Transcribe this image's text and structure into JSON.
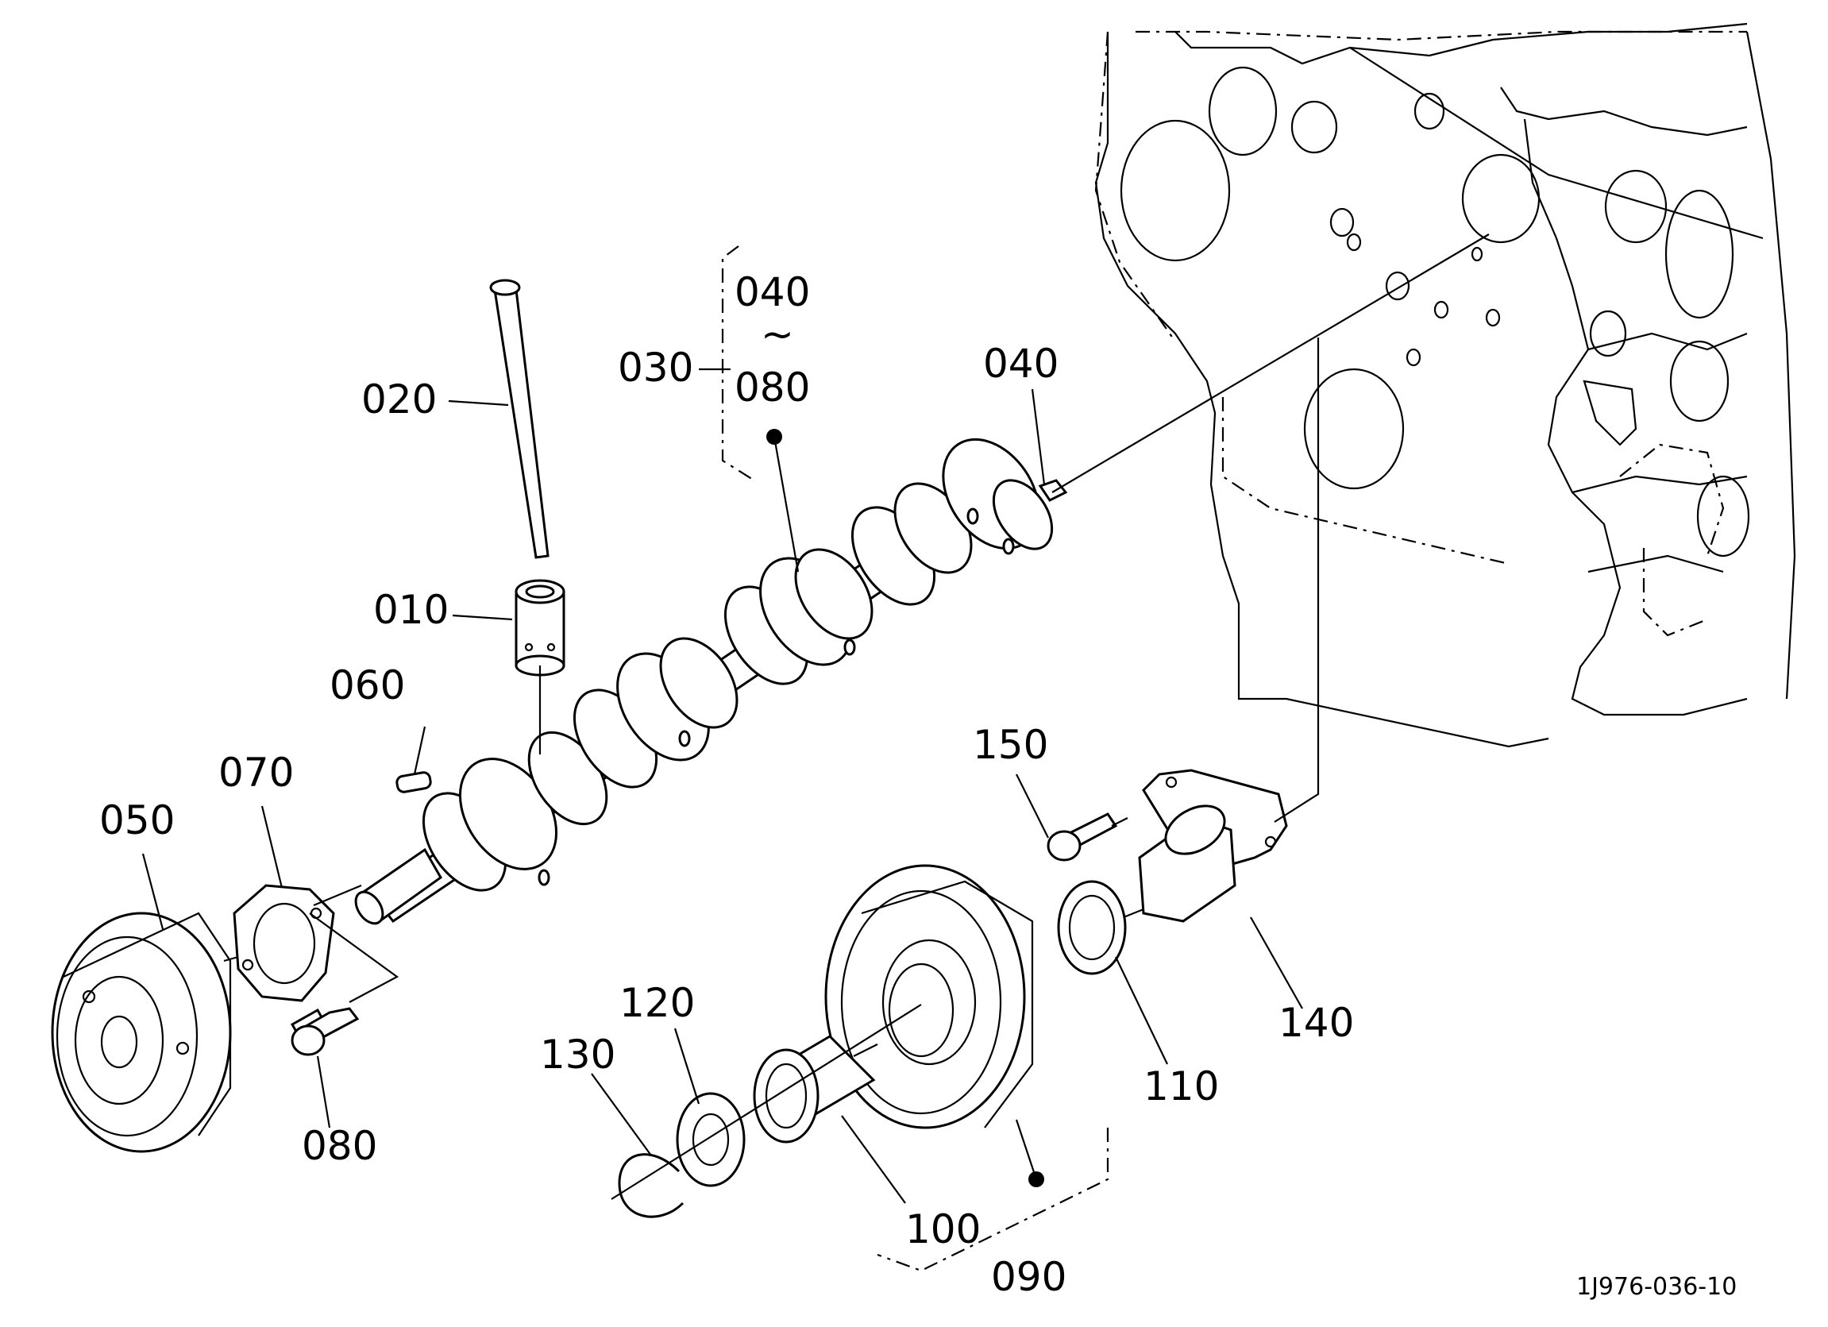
{
  "parts": [
    {
      "ref": "010"
    },
    {
      "ref": "020"
    },
    {
      "ref": "030"
    },
    {
      "ref": "040"
    },
    {
      "ref": "050"
    },
    {
      "ref": "060"
    },
    {
      "ref": "070"
    },
    {
      "ref": "080"
    },
    {
      "ref": "090"
    },
    {
      "ref": "100"
    },
    {
      "ref": "110"
    },
    {
      "ref": "120"
    },
    {
      "ref": "130"
    },
    {
      "ref": "140"
    },
    {
      "ref": "150"
    }
  ],
  "assembly_030": {
    "range_from": "040",
    "range_sep": "~",
    "range_to": "080"
  },
  "drawing_code": "1J976-036-10"
}
